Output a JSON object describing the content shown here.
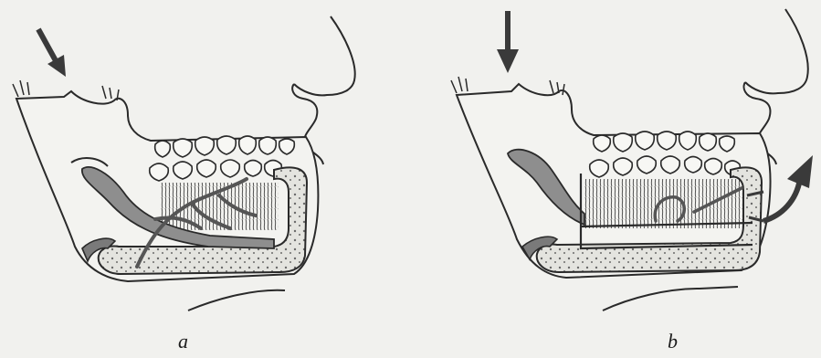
{
  "figure": {
    "panels": [
      {
        "id": "a",
        "label": "a"
      },
      {
        "id": "b",
        "label": "b"
      }
    ],
    "colors": {
      "background": "#f1f1ee",
      "ink": "#2a2a2a",
      "bone_fill": "#9a9a9a",
      "marrow_fill": "#d9d9d4",
      "arrow": "#3a3a3a"
    }
  }
}
